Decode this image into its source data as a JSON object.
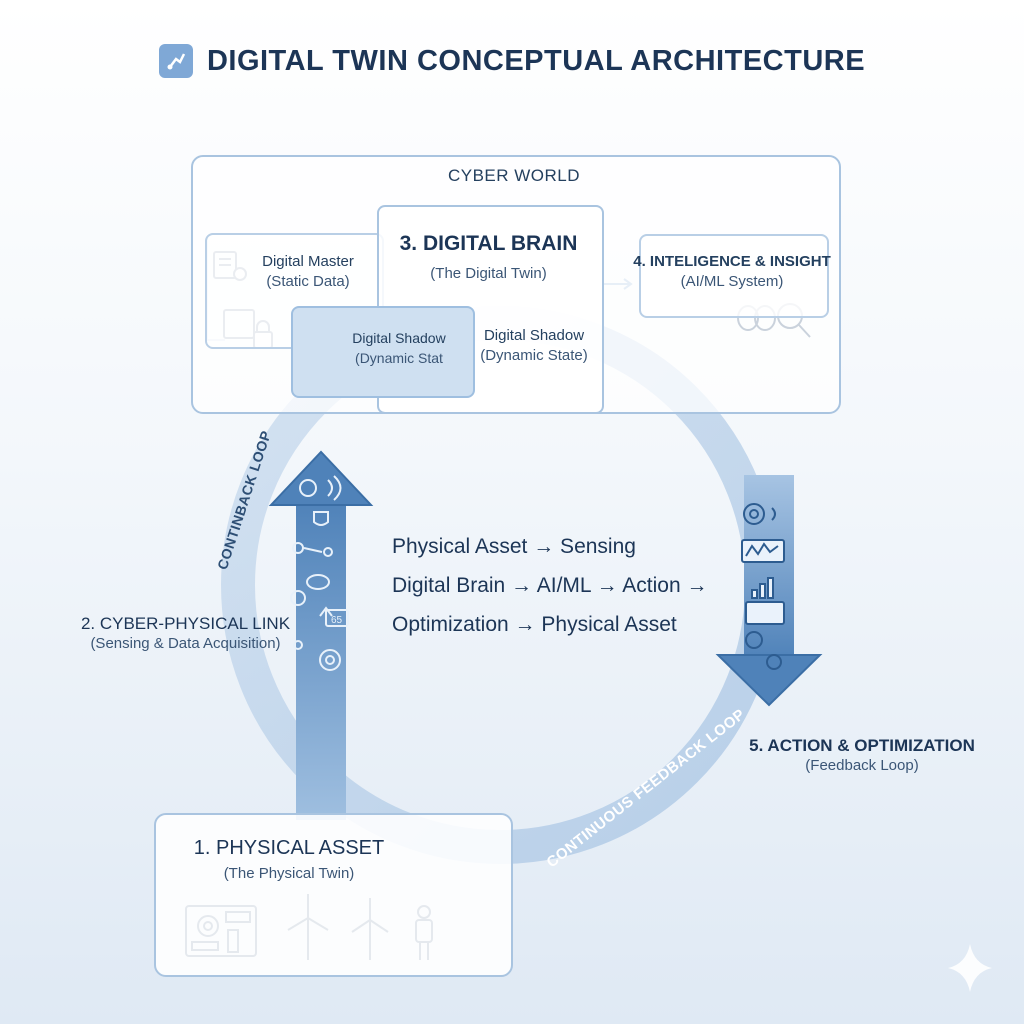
{
  "title": "DIGITAL TWIN CONCEPTUAL ARCHITECTURE",
  "cyber_world": {
    "label": "CYBER WORLD"
  },
  "digital_master": {
    "title": "Digital Master",
    "sub": "(Static Data)"
  },
  "digital_shadow_inner": {
    "title": "Digital Shadow",
    "sub": "(Dynamic Stat"
  },
  "digital_brain": {
    "title": "3. DIGITAL BRAIN",
    "sub": "(The Digital Twin)"
  },
  "digital_shadow": {
    "title": "Digital Shadow",
    "sub": "(Dynamic State)"
  },
  "intelligence": {
    "title": "4. INTELIGENCE & INSIGHT",
    "sub": "(AI/ML System)"
  },
  "loop_left": "CONTINBACK LOOP",
  "loop_bottom": "CONTINUOUS FEEDBACK LOOP",
  "cyber_physical": {
    "title": "2. CYBER-PHYSICAL LINK",
    "sub": "(Sensing & Data Acquisition)"
  },
  "flow_lines": [
    "Physical Asset → Sensing",
    "Digital Brain → AI/ML → Action →",
    "Optimization → Physical Asset"
  ],
  "action": {
    "title": "5. ACTION & OPTIMIZATION",
    "sub": "(Feedback Loop)"
  },
  "physical_asset": {
    "title": "1. PHYSICAL ASSET",
    "sub": "(The Physical Twin)"
  },
  "sensor_readout": "65",
  "colors": {
    "accent": "#4f82b9",
    "arrow": "#6f9bcb",
    "loop": "#bcd2ea",
    "border": "#a9c4e0",
    "text": "#1c3556"
  }
}
